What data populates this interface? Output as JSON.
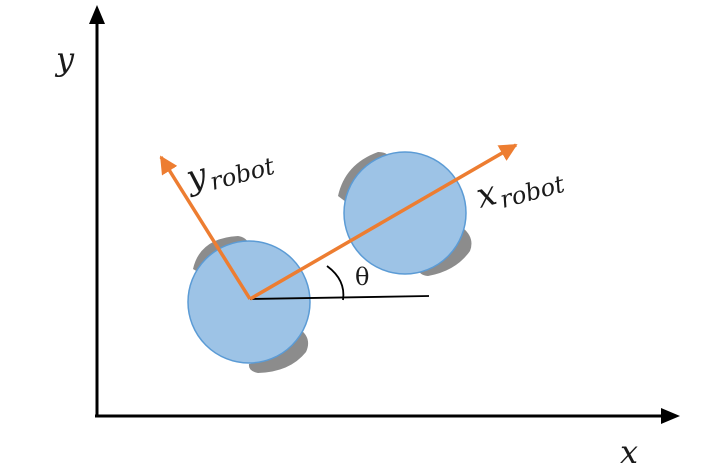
{
  "labels": {
    "x_axis": "x",
    "y_axis": "y",
    "x_robot_base": "x",
    "x_robot_sub": "robot",
    "y_robot_base": "y",
    "y_robot_sub": "robot",
    "angle": "θ"
  },
  "colors": {
    "axis": "#000000",
    "robot_frame": "#ED7D31",
    "robot_body_fill": "#9DC3E6",
    "robot_body_stroke": "#5B9BD5",
    "wheel": "#8C8C8C",
    "reference_line": "#000000"
  }
}
